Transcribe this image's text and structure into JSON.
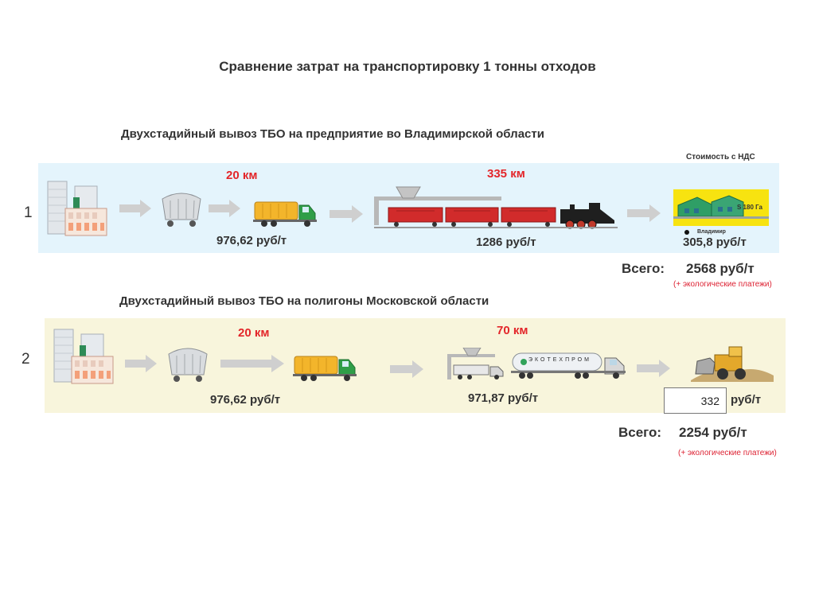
{
  "title": "Сравнение затрат на транспортировку 1 тонны отходов",
  "colors": {
    "band1": "#e4f4fc",
    "band2": "#f8f5dc",
    "red": "#e3262a",
    "arrow": "#cfcfcf"
  },
  "route1": {
    "subtitle": "Двухстадийный вывоз ТБО на предприятие во Владимирской области",
    "number": "1",
    "vat_label": "Стоимость с НДС",
    "km1": "20 км",
    "km2": "335 км",
    "price1": "976,62 руб/т",
    "price2": "1286 руб/т",
    "price3": "305,8 руб/т",
    "plant_label": "S 180 Га",
    "city_label": "Владимир",
    "total_label": "Всего:",
    "total_value": "2568 руб/т",
    "eco_note": "(+ экологические платежи)"
  },
  "route2": {
    "subtitle": "Двухстадийный вывоз ТБО на полигоны Московской области",
    "number": "2",
    "km1": "20 км",
    "km2": "70 км",
    "price1": "976,62 руб/т",
    "price2": "971,87 руб/т",
    "price3_value": "332",
    "price3_unit": "руб/т",
    "tanker_text": "ЭКОТЕХПРОМ",
    "total_label": "Всего:",
    "total_value": "2254 руб/т",
    "eco_note": "(+ экологические платежи)"
  }
}
